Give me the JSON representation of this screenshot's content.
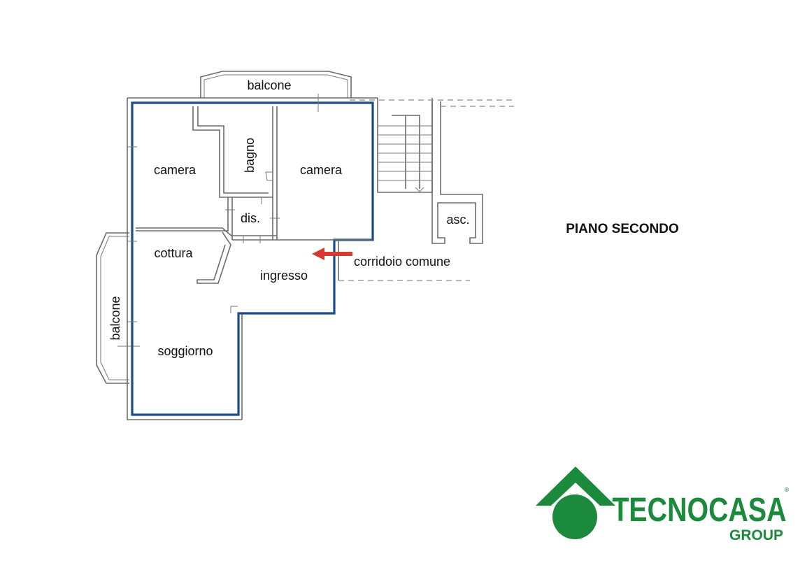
{
  "floor_title": "PIANO SECONDO",
  "rooms": {
    "balcone_top": "balcone",
    "camera_left": "camera",
    "bagno": "bagno",
    "camera_right": "camera",
    "dis": "dis.",
    "cottura": "cottura",
    "ingresso": "ingresso",
    "soggiorno": "soggiorno",
    "balcone_side": "balcone",
    "asc": "asc."
  },
  "annotations": {
    "corridoio": "corridoio comune"
  },
  "logo": {
    "name": "TECNOCASA",
    "sub": "GROUP",
    "registered": "®",
    "color": "#1b8a3c"
  },
  "colors": {
    "outline": "#1c4b8c",
    "arrow": "#d43a2f"
  }
}
